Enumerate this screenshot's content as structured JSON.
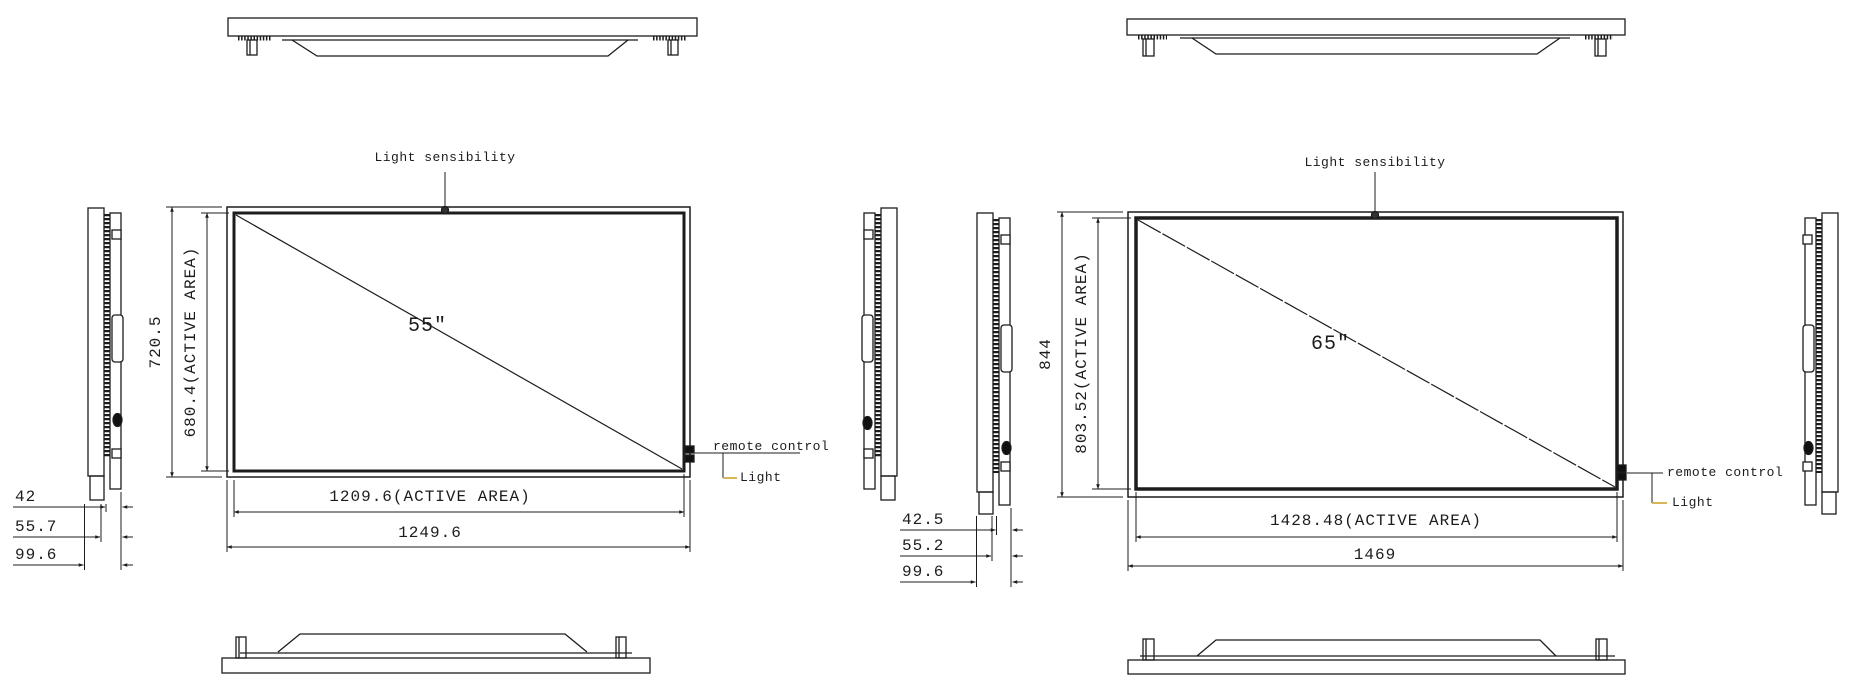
{
  "colors": {
    "line": "#1c1c1c",
    "light_leader": "#d8b55a",
    "background": "#ffffff"
  },
  "display_55": {
    "size_label": "55\"",
    "light_sensor_label": "Light sensibility",
    "remote_control_label": "remote control",
    "light_label": "Light",
    "overall_height": "720.5",
    "active_height": "680.4(ACTIVE AREA)",
    "active_width": "1209.6(ACTIVE AREA)",
    "overall_width": "1249.6",
    "depth_front": "42",
    "depth_mid": "55.7",
    "depth_total": "99.6"
  },
  "display_65": {
    "size_label": "65\"",
    "light_sensor_label": "Light sensibility",
    "remote_control_label": "remote control",
    "light_label": "Light",
    "overall_height": "844",
    "active_height": "803.52(ACTIVE AREA)",
    "active_width": "1428.48(ACTIVE AREA)",
    "overall_width": "1469",
    "depth_front": "42.5",
    "depth_mid": "55.2",
    "depth_total": "99.6"
  }
}
